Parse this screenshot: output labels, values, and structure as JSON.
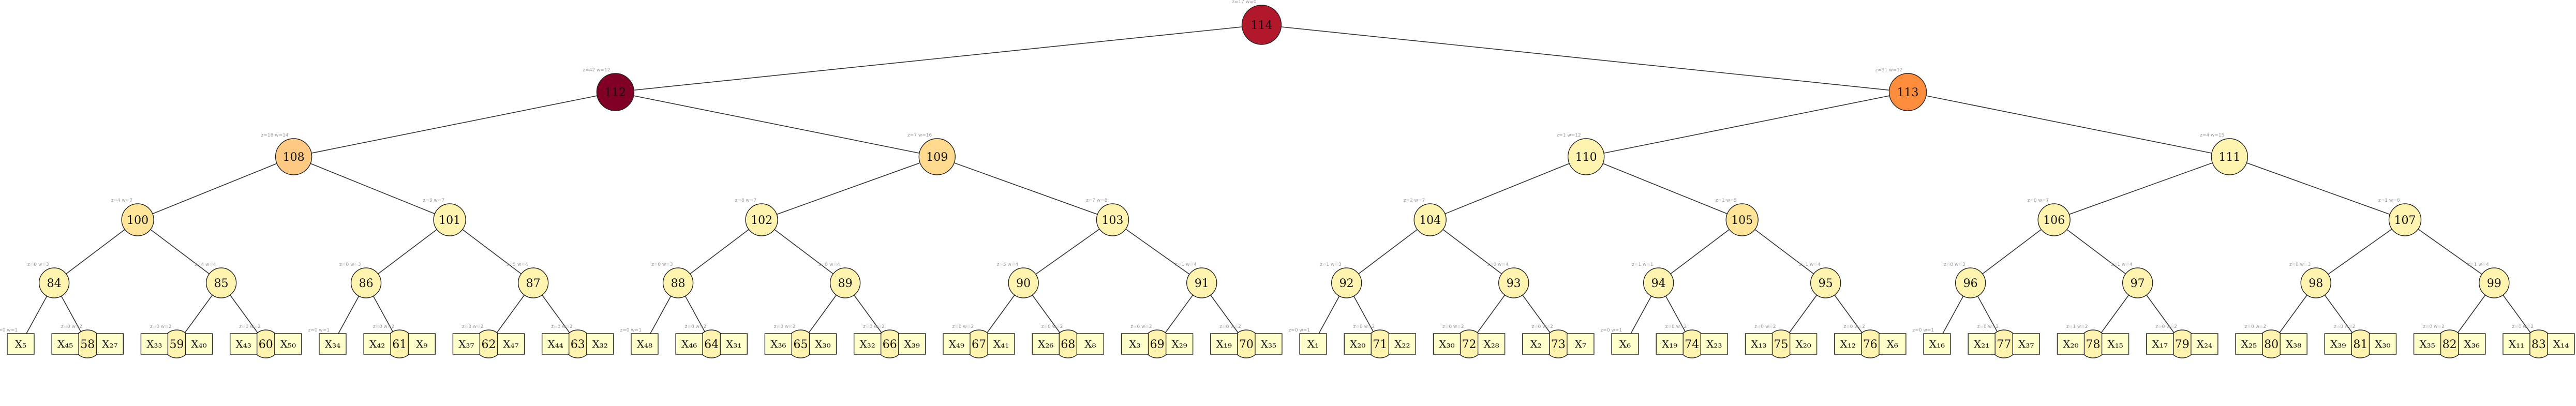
{
  "tree": {
    "nodes": [
      {
        "id": "114",
        "color": "#b2182b",
        "ann": "z=17 w=0",
        "text_color": "#ffffff"
      },
      {
        "id": "112",
        "parent": "114",
        "color": "#800026",
        "ann": "z=42 w=12",
        "text_color": "#ffffff"
      },
      {
        "id": "113",
        "parent": "114",
        "color": "#fd8d3c",
        "ann": "z=31 w=12"
      },
      {
        "id": "108",
        "parent": "112",
        "color": "#fec983",
        "ann": "z=18 w=14"
      },
      {
        "id": "109",
        "parent": "112",
        "color": "#fed98e",
        "ann": "z=7 w=16"
      },
      {
        "id": "110",
        "parent": "113",
        "color": "#fff3b0",
        "ann": "z=1 w=12"
      },
      {
        "id": "111",
        "parent": "113",
        "color": "#fff3b0",
        "ann": "z=4 w=15"
      },
      {
        "id": "100",
        "parent": "108",
        "color": "#ffe599",
        "ann": "z=4 w=7"
      },
      {
        "id": "101",
        "parent": "108",
        "color": "#fff3b0",
        "ann": "z=8 w=7"
      },
      {
        "id": "102",
        "parent": "109",
        "color": "#fff3b0",
        "ann": "z=8 w=7"
      },
      {
        "id": "103",
        "parent": "109",
        "color": "#fff3b0",
        "ann": "z=7 w=8"
      },
      {
        "id": "104",
        "parent": "110",
        "color": "#fff3b0",
        "ann": "z=2 w=7"
      },
      {
        "id": "105",
        "parent": "110",
        "color": "#ffe599",
        "ann": "z=1 w=5"
      },
      {
        "id": "106",
        "parent": "111",
        "color": "#fff3b0",
        "ann": "z=0 w=7"
      },
      {
        "id": "107",
        "parent": "111",
        "color": "#fff3b0",
        "ann": "z=1 w=8"
      },
      {
        "id": "84",
        "parent": "100",
        "color": "#fff3b0",
        "ann": "z=0 w=3"
      },
      {
        "id": "85",
        "parent": "100",
        "color": "#fff3b0",
        "ann": "z=4 w=4"
      },
      {
        "id": "86",
        "parent": "101",
        "color": "#fff3b0",
        "ann": "z=0 w=3"
      },
      {
        "id": "87",
        "parent": "101",
        "color": "#fff3b0",
        "ann": "z=5 w=4"
      },
      {
        "id": "88",
        "parent": "102",
        "color": "#fff3b0",
        "ann": "z=0 w=3"
      },
      {
        "id": "89",
        "parent": "102",
        "color": "#fff3b0",
        "ann": "z=8 w=4"
      },
      {
        "id": "90",
        "parent": "103",
        "color": "#fff3b0",
        "ann": "z=5 w=4"
      },
      {
        "id": "91",
        "parent": "103",
        "color": "#fff3b0",
        "ann": "z=1 w=4"
      },
      {
        "id": "92",
        "parent": "104",
        "color": "#fff3b0",
        "ann": "z=1 w=3"
      },
      {
        "id": "93",
        "parent": "104",
        "color": "#fff3b0",
        "ann": "z=0 w=4"
      },
      {
        "id": "94",
        "parent": "105",
        "color": "#fff3b0",
        "ann": "z=1 w=1"
      },
      {
        "id": "95",
        "parent": "105",
        "color": "#fff3b0",
        "ann": "z=1 w=4"
      },
      {
        "id": "96",
        "parent": "106",
        "color": "#fff3b0",
        "ann": "z=0 w=3"
      },
      {
        "id": "97",
        "parent": "106",
        "color": "#fff3b0",
        "ann": "z=1 w=4"
      },
      {
        "id": "98",
        "parent": "107",
        "color": "#fff3b0",
        "ann": "z=0 w=3"
      },
      {
        "id": "99",
        "parent": "107",
        "color": "#fff3b0",
        "ann": "z=1 w=4"
      },
      {
        "id": "X5",
        "leaf": true,
        "label": "X₅",
        "parent": "84",
        "ann": "z=0 w=1"
      },
      {
        "id": "58",
        "parent": "84",
        "color": "#fff3b0",
        "ann": "z=0 w=2"
      },
      {
        "id": "59",
        "parent": "85",
        "color": "#fff3b0",
        "ann": "z=0 w=2"
      },
      {
        "id": "60",
        "parent": "85",
        "color": "#fff3b0",
        "ann": "z=0 w=2"
      },
      {
        "id": "X34",
        "leaf": true,
        "label": "X₃₄",
        "parent": "86",
        "ann": "z=0 w=1"
      },
      {
        "id": "61",
        "parent": "86",
        "color": "#fff3b0",
        "ann": "z=0 w=2"
      },
      {
        "id": "62",
        "parent": "87",
        "color": "#fff3b0",
        "ann": "z=0 w=2"
      },
      {
        "id": "63",
        "parent": "87",
        "color": "#fff3b0",
        "ann": "z=0 w=2"
      },
      {
        "id": "X48",
        "leaf": true,
        "label": "X₄₈",
        "parent": "88",
        "ann": "z=0 w=1"
      },
      {
        "id": "64",
        "parent": "88",
        "color": "#fff3b0",
        "ann": "z=0 w=2"
      },
      {
        "id": "65",
        "parent": "89",
        "color": "#fff3b0",
        "ann": "z=0 w=2"
      },
      {
        "id": "66",
        "parent": "89",
        "color": "#fff3b0",
        "ann": "z=0 w=2"
      },
      {
        "id": "67",
        "parent": "90",
        "color": "#fff3b0",
        "ann": "z=0 w=2"
      },
      {
        "id": "68",
        "parent": "90",
        "color": "#fff3b0",
        "ann": "z=0 w=2"
      },
      {
        "id": "69",
        "parent": "91",
        "color": "#fff3b0",
        "ann": "z=0 w=2"
      },
      {
        "id": "70",
        "parent": "91",
        "color": "#fff3b0",
        "ann": "z=0 w=2"
      },
      {
        "id": "X1",
        "leaf": true,
        "label": "X₁",
        "parent": "92",
        "ann": "z=0 w=1"
      },
      {
        "id": "71",
        "parent": "92",
        "color": "#fff3b0",
        "ann": "z=0 w=2"
      },
      {
        "id": "72",
        "parent": "93",
        "color": "#fff3b0",
        "ann": "z=0 w=2"
      },
      {
        "id": "73",
        "parent": "93",
        "color": "#fff3b0",
        "ann": "z=0 w=2"
      },
      {
        "id": "X6",
        "leaf": true,
        "label": "X₆",
        "parent": "94",
        "ann": "z=0 w=1"
      },
      {
        "id": "74",
        "parent": "94",
        "color": "#fff3b0",
        "ann": "z=0 w=2"
      },
      {
        "id": "75",
        "parent": "95",
        "color": "#fff3b0",
        "ann": "z=0 w=2"
      },
      {
        "id": "76",
        "parent": "95",
        "color": "#fff3b0",
        "ann": "z=0 w=2"
      },
      {
        "id": "X16",
        "leaf": true,
        "label": "X₁₆",
        "parent": "96",
        "ann": "z=0 w=1"
      },
      {
        "id": "77",
        "parent": "96",
        "color": "#fff3b0",
        "ann": "z=0 w=2"
      },
      {
        "id": "78",
        "parent": "97",
        "color": "#fff3b0",
        "ann": "z=1 w=2"
      },
      {
        "id": "79",
        "parent": "97",
        "color": "#fff3b0",
        "ann": "z=0 w=2"
      },
      {
        "id": "80",
        "parent": "98",
        "color": "#fff3b0",
        "ann": "z=0 w=2"
      },
      {
        "id": "81",
        "parent": "98",
        "color": "#fff3b0",
        "ann": "z=0 w=2"
      },
      {
        "id": "82",
        "parent": "99",
        "color": "#fff3b0",
        "ann": "z=0 w=2"
      },
      {
        "id": "83",
        "parent": "99",
        "color": "#fff3b0",
        "ann": "z=0 w=2"
      },
      {
        "id": "X45",
        "leaf": true,
        "label": "X₄₅",
        "parent": "58"
      },
      {
        "id": "X27",
        "leaf": true,
        "label": "X₂₇",
        "parent": "58"
      },
      {
        "id": "X33",
        "leaf": true,
        "label": "X₃₃",
        "parent": "59"
      },
      {
        "id": "X40",
        "leaf": true,
        "label": "X₄₀",
        "parent": "59"
      },
      {
        "id": "X43",
        "leaf": true,
        "label": "X₄₃",
        "parent": "60"
      },
      {
        "id": "X50",
        "leaf": true,
        "label": "X₅₀",
        "parent": "60"
      },
      {
        "id": "X42",
        "leaf": true,
        "label": "X₄₂",
        "parent": "61"
      },
      {
        "id": "X9",
        "leaf": true,
        "label": "X₉",
        "parent": "61"
      },
      {
        "id": "X37",
        "leaf": true,
        "label": "X₃₇",
        "parent": "62"
      },
      {
        "id": "X47",
        "leaf": true,
        "label": "X₄₇",
        "parent": "62"
      },
      {
        "id": "X44",
        "leaf": true,
        "label": "X₄₄",
        "parent": "63"
      },
      {
        "id": "X32",
        "leaf": true,
        "label": "X₃₂",
        "parent": "63"
      },
      {
        "id": "X46",
        "leaf": true,
        "label": "X₄₆",
        "parent": "64"
      },
      {
        "id": "X31",
        "leaf": true,
        "label": "X₃₁",
        "parent": "64"
      },
      {
        "id": "X36",
        "leaf": true,
        "label": "X₃₆",
        "parent": "65"
      },
      {
        "id": "X30",
        "leaf": true,
        "label": "X₃₀",
        "parent": "65"
      },
      {
        "id": "X32b",
        "leaf": true,
        "label": "X₃₂",
        "parent": "66"
      },
      {
        "id": "X39",
        "leaf": true,
        "label": "X₃₉",
        "parent": "66"
      },
      {
        "id": "X49",
        "leaf": true,
        "label": "X₄₉",
        "parent": "67"
      },
      {
        "id": "X41",
        "leaf": true,
        "label": "X₄₁",
        "parent": "67"
      },
      {
        "id": "X26",
        "leaf": true,
        "label": "X₂₆",
        "parent": "68"
      },
      {
        "id": "X8",
        "leaf": true,
        "label": "X₈",
        "parent": "68"
      },
      {
        "id": "X3",
        "leaf": true,
        "label": "X₃",
        "parent": "69"
      },
      {
        "id": "X29",
        "leaf": true,
        "label": "X₂₉",
        "parent": "69"
      },
      {
        "id": "X19",
        "leaf": true,
        "label": "X₁₉",
        "parent": "70"
      },
      {
        "id": "X35",
        "leaf": true,
        "label": "X₃₅",
        "parent": "70"
      },
      {
        "id": "X20",
        "leaf": true,
        "label": "X₂₀",
        "parent": "71"
      },
      {
        "id": "X22",
        "leaf": true,
        "label": "X₂₂",
        "parent": "71"
      },
      {
        "id": "X30b",
        "leaf": true,
        "label": "X₃₀",
        "parent": "72"
      },
      {
        "id": "X28",
        "leaf": true,
        "label": "X₂₈",
        "parent": "72"
      },
      {
        "id": "X2",
        "leaf": true,
        "label": "X₂",
        "parent": "73"
      },
      {
        "id": "X7",
        "leaf": true,
        "label": "X₇",
        "parent": "73"
      },
      {
        "id": "X19b",
        "leaf": true,
        "label": "X₁₉",
        "parent": "74"
      },
      {
        "id": "X23",
        "leaf": true,
        "label": "X₂₃",
        "parent": "74"
      },
      {
        "id": "X13",
        "leaf": true,
        "label": "X₁₃",
        "parent": "75"
      },
      {
        "id": "X20b",
        "leaf": true,
        "label": "X₂₀",
        "parent": "75"
      },
      {
        "id": "X12",
        "leaf": true,
        "label": "X₁₂",
        "parent": "76"
      },
      {
        "id": "X6b",
        "leaf": true,
        "label": "X₆",
        "parent": "76"
      },
      {
        "id": "X21",
        "leaf": true,
        "label": "X₂₁",
        "parent": "77"
      },
      {
        "id": "X37b",
        "leaf": true,
        "label": "X₃₇",
        "parent": "77"
      },
      {
        "id": "X20c",
        "leaf": true,
        "label": "X₂₀",
        "parent": "78"
      },
      {
        "id": "X15",
        "leaf": true,
        "label": "X₁₅",
        "parent": "78"
      },
      {
        "id": "X17",
        "leaf": true,
        "label": "X₁₇",
        "parent": "79"
      },
      {
        "id": "X24",
        "leaf": true,
        "label": "X₂₄",
        "parent": "79"
      },
      {
        "id": "X25",
        "leaf": true,
        "label": "X₂₅",
        "parent": "80"
      },
      {
        "id": "X38",
        "leaf": true,
        "label": "X₃₈",
        "parent": "80"
      },
      {
        "id": "X39b",
        "leaf": true,
        "label": "X₃₉",
        "parent": "81"
      },
      {
        "id": "X30c",
        "leaf": true,
        "label": "X₃₀",
        "parent": "81"
      },
      {
        "id": "X35b",
        "leaf": true,
        "label": "X₃₅",
        "parent": "82"
      },
      {
        "id": "X36b",
        "leaf": true,
        "label": "X₃₆",
        "parent": "82"
      },
      {
        "id": "X11",
        "leaf": true,
        "label": "X₁₁",
        "parent": "83"
      },
      {
        "id": "X14",
        "leaf": true,
        "label": "X₁₄",
        "parent": "83"
      }
    ]
  }
}
